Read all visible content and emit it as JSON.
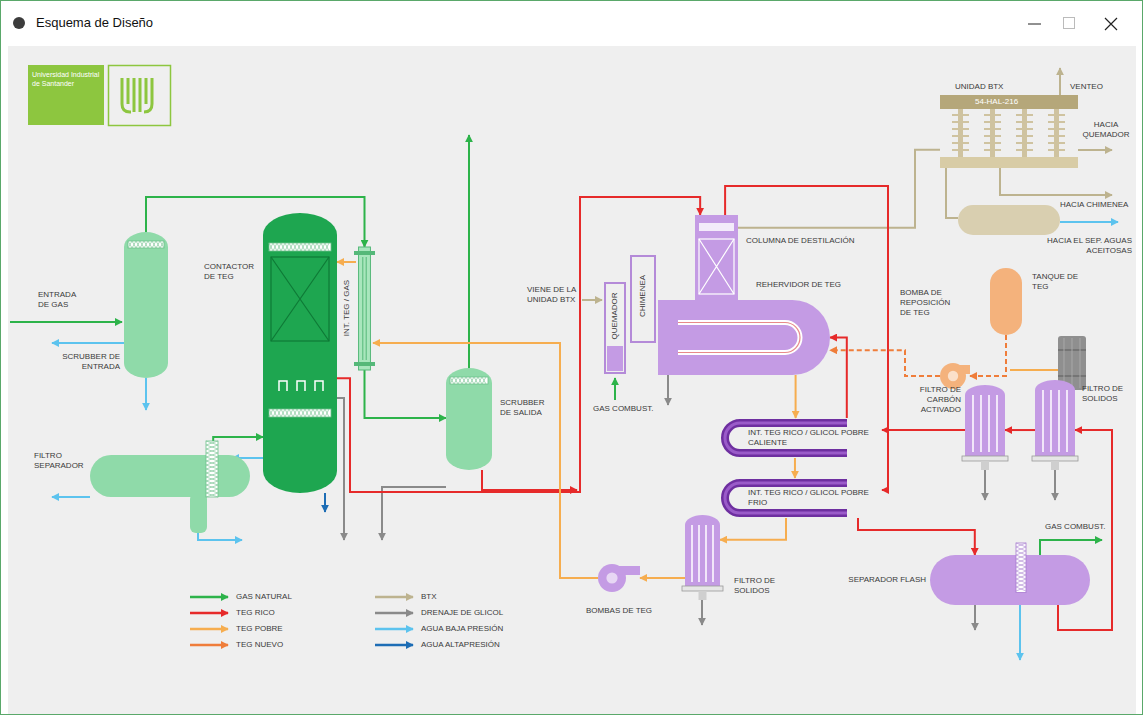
{
  "diagram": {
    "title": "Esquema de Diseño",
    "nodes": [
      {
        "text": [
          "SCRUBBER DE ENTRADA"
        ]
      },
      {
        "text": [
          "FILTRO SEPARADOR"
        ]
      },
      {
        "text": [
          "CONTACTOR DE TEG"
        ]
      },
      {
        "text": [
          "INT. TEG / GAS"
        ]
      },
      {
        "text": [
          "SCRUBBER DE SALIDA"
        ]
      },
      {
        "text": [
          "COLUMNA DE DESTILACIÓN"
        ]
      },
      {
        "text": [
          "REHERVIDOR DE TEG"
        ]
      },
      {
        "text": [
          "QUEMADOR"
        ]
      },
      {
        "text": [
          "CHIMENEA"
        ]
      },
      {
        "text": [
          "INT. TEG RICO / GLICOL POBRE CALIENTE"
        ]
      },
      {
        "text": [
          "INT. TEG RICO / GLICOL POBRE FRIO"
        ]
      },
      {
        "text": [
          "FILTRO DE SOLIDOS"
        ]
      },
      {
        "text": [
          "BOMBAS DE TEG"
        ]
      },
      {
        "text": [
          "UNIDAD BTX",
          "54-HAL-216"
        ]
      },
      {
        "text": [
          "TANQUE DE TEG"
        ]
      },
      {
        "text": [
          "BOMBA DE REPOSICIÓN DE TEG"
        ]
      },
      {
        "text": [
          "FILTRO DE CARBÓN ACTIVADO"
        ]
      },
      {
        "text": [
          "FILTRO DE SOLIDOS"
        ]
      },
      {
        "text": [
          "SEPARADOR FLASH"
        ]
      }
    ],
    "edges": [
      {
        "from": 0,
        "to": 3,
        "arrow": "to"
      },
      {
        "from": 1,
        "to": 2,
        "arrow": "to"
      },
      {
        "from": 3,
        "to": 2,
        "arrow": "to"
      },
      {
        "from": 3,
        "to": 4,
        "arrow": "to"
      },
      {
        "from": 2,
        "to": 5,
        "arrow": "to"
      },
      {
        "from": 5,
        "to": 13,
        "arrow": "none"
      },
      {
        "from": 5,
        "to": 10,
        "arrow": "to"
      },
      {
        "from": 10,
        "to": 18,
        "arrow": "to"
      },
      {
        "from": 18,
        "to": 17,
        "arrow": "to"
      },
      {
        "from": 17,
        "to": 16,
        "arrow": "to"
      },
      {
        "from": 16,
        "to": 9,
        "arrow": "to"
      },
      {
        "from": 9,
        "to": 6,
        "arrow": "to"
      },
      {
        "from": 6,
        "to": 9,
        "arrow": "to"
      },
      {
        "from": 9,
        "to": 10,
        "arrow": "to"
      },
      {
        "from": 10,
        "to": 11,
        "arrow": "to"
      },
      {
        "from": 11,
        "to": 12,
        "arrow": "to"
      },
      {
        "from": 12,
        "to": 3,
        "arrow": "to"
      },
      {
        "from": 14,
        "to": 15,
        "arrow": "to"
      },
      {
        "from": 15,
        "to": 6,
        "arrow": "to"
      }
    ],
    "labels": [
      "Universidad Industrial de Santander",
      "ENTRADA DE GAS",
      "VIENE DE LA UNIDAD BTX",
      "GAS COMBUST.",
      "VENTEO",
      "HACIA QUEMADOR",
      "HACIA CHIMENEA",
      "HACIA EL SEP. AGUAS ACEITOSAS",
      "GAS COMBUST."
    ],
    "legend": [
      {
        "text": "GAS NATURAL"
      },
      {
        "text": "TEG RICO"
      },
      {
        "text": "TEG POBRE"
      },
      {
        "text": "TEG NUEVO"
      },
      {
        "text": "BTX"
      },
      {
        "text": "DRENAJE DE GLICOL"
      },
      {
        "text": "AGUA BAJA PRESIÓN"
      },
      {
        "text": "AGUA ALTAPRESIÓN"
      }
    ]
  }
}
